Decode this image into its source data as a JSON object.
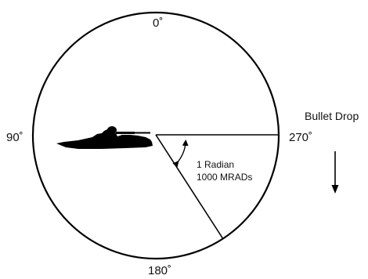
{
  "angles": {
    "top": "0˚",
    "left": "90˚",
    "right": "270˚",
    "bottom": "180˚"
  },
  "radian": {
    "line1": "1 Radian",
    "line2": "1000 MRADs"
  },
  "bullet_drop": {
    "label": "Bullet Drop"
  },
  "colors": {
    "ink": "#000000",
    "text": "#111111",
    "background": "#ffffff"
  },
  "icons": {
    "shooter": "prone-shooter-silhouette-icon",
    "drop_arrow": "arrow-down-icon",
    "angle_arrow": "curved-double-arrow-icon"
  }
}
